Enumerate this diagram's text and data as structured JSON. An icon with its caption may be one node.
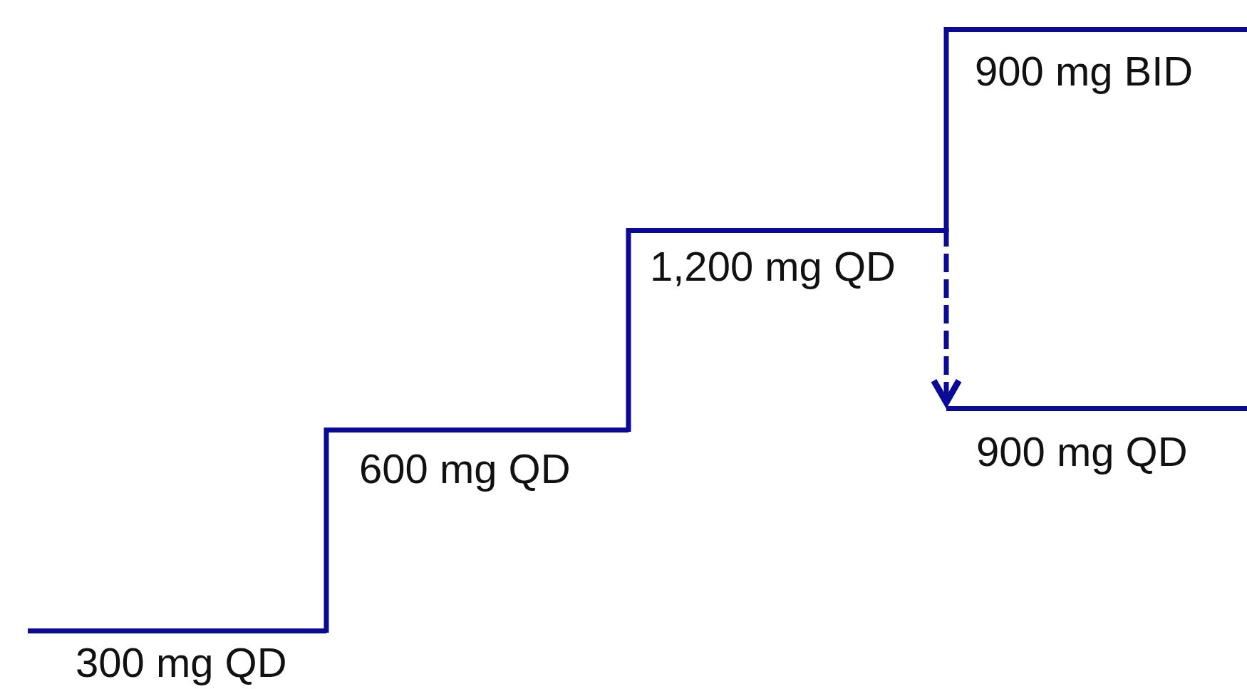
{
  "diagram": {
    "nodes": [
      {
        "text": [
          "300 mg QD"
        ]
      },
      {
        "text": [
          "600 mg QD"
        ]
      },
      {
        "text": [
          "1,200 mg QD"
        ]
      },
      {
        "text": [
          "900 mg BID"
        ]
      },
      {
        "text": [
          "900 mg QD"
        ]
      }
    ],
    "edges": [
      {
        "from": 0,
        "to": 1,
        "arrow": "none"
      },
      {
        "from": 1,
        "to": 2,
        "arrow": "none"
      },
      {
        "from": 2,
        "to": 3,
        "arrow": "none"
      },
      {
        "from": 2,
        "to": 4,
        "arrow": "to",
        "style": "dashed"
      }
    ]
  }
}
